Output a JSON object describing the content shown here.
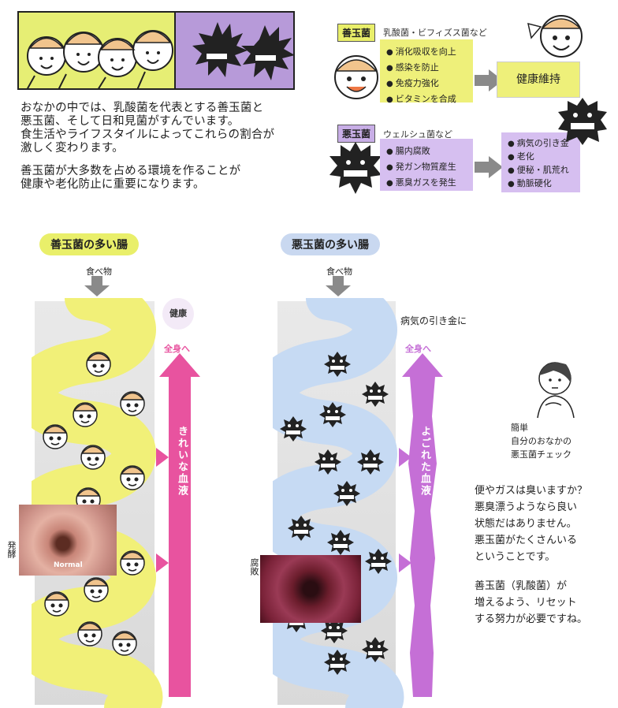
{
  "intro": {
    "lines1": [
      "おなかの中では、乳酸菌を代表とする善玉菌と",
      "悪玉菌、そして日和見菌がすんでいます。",
      "食生活やライフスタイルによってこれらの割合が",
      "激しく変わります。"
    ],
    "lines2": [
      "善玉菌が大多数を占める環境を作ることが",
      "健康や老化防止に重要になります。"
    ]
  },
  "good": {
    "tag": "善玉菌",
    "sub": "乳酸菌・ビフィズス菌など",
    "items": [
      "消化吸収を向上",
      "感染を防止",
      "免疫力強化",
      "ビタミンを合成"
    ],
    "result": "健康維持"
  },
  "bad": {
    "tag": "悪玉菌",
    "sub": "ウェルシュ菌など",
    "items": [
      "腸内腐敗",
      "発ガン物質産生",
      "悪臭ガスを発生"
    ],
    "results": [
      "病気の引き金",
      "老化",
      "便秘・肌荒れ",
      "動脈硬化"
    ]
  },
  "left_panel": {
    "title": "善玉菌の多い腸",
    "food": "食べ物",
    "status": "健康",
    "to_body": "全身へ",
    "blood": "きれいな血液",
    "side": "発酵",
    "photo_caption": "Normal"
  },
  "right_panel": {
    "title": "悪玉菌の多い腸",
    "food": "食べ物",
    "status": "病気の引き金に",
    "to_body": "全身へ",
    "blood": "よごれた血液",
    "side": "腐敗"
  },
  "check": {
    "lines": [
      "簡単",
      "自分のおなかの",
      "悪玉菌チェック"
    ]
  },
  "advice": {
    "para1": [
      "便やガスは臭いますか？",
      "悪臭漂うようなら良い",
      "状態だはありません。",
      "悪玉菌がたくさんいる",
      "ということです。"
    ],
    "para2": [
      "善玉菌（乳酸菌）が",
      "増えるよう、リセット",
      "する努力が必要ですね。"
    ]
  },
  "colors": {
    "yellow": "#e9ef6a",
    "purple": "#b79ad9",
    "pink": "#e8539f",
    "lilac": "#c56fd6",
    "blue_gut": "#c6daf3"
  }
}
